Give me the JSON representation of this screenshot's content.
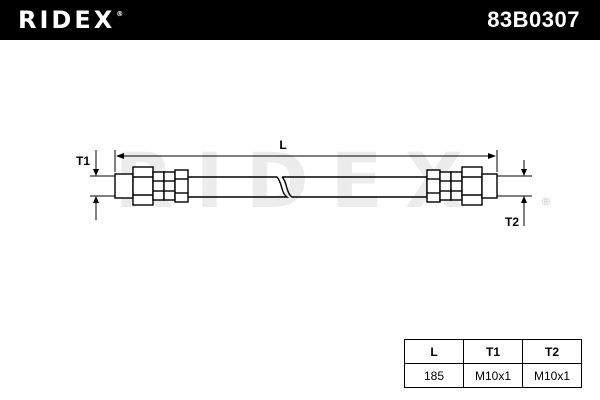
{
  "header": {
    "brand": "RIDEX",
    "brand_mark": "®",
    "part_number": "83B0307"
  },
  "drawing": {
    "dim_length_label": "L",
    "dim_t1_label": "T1",
    "dim_t2_label": "T2",
    "watermark_text": "RIDEX",
    "watermark_mark": "®"
  },
  "spec_table": {
    "headers": [
      "L",
      "T1",
      "T2"
    ],
    "values": [
      "185",
      "M10x1",
      "M10x1"
    ]
  }
}
